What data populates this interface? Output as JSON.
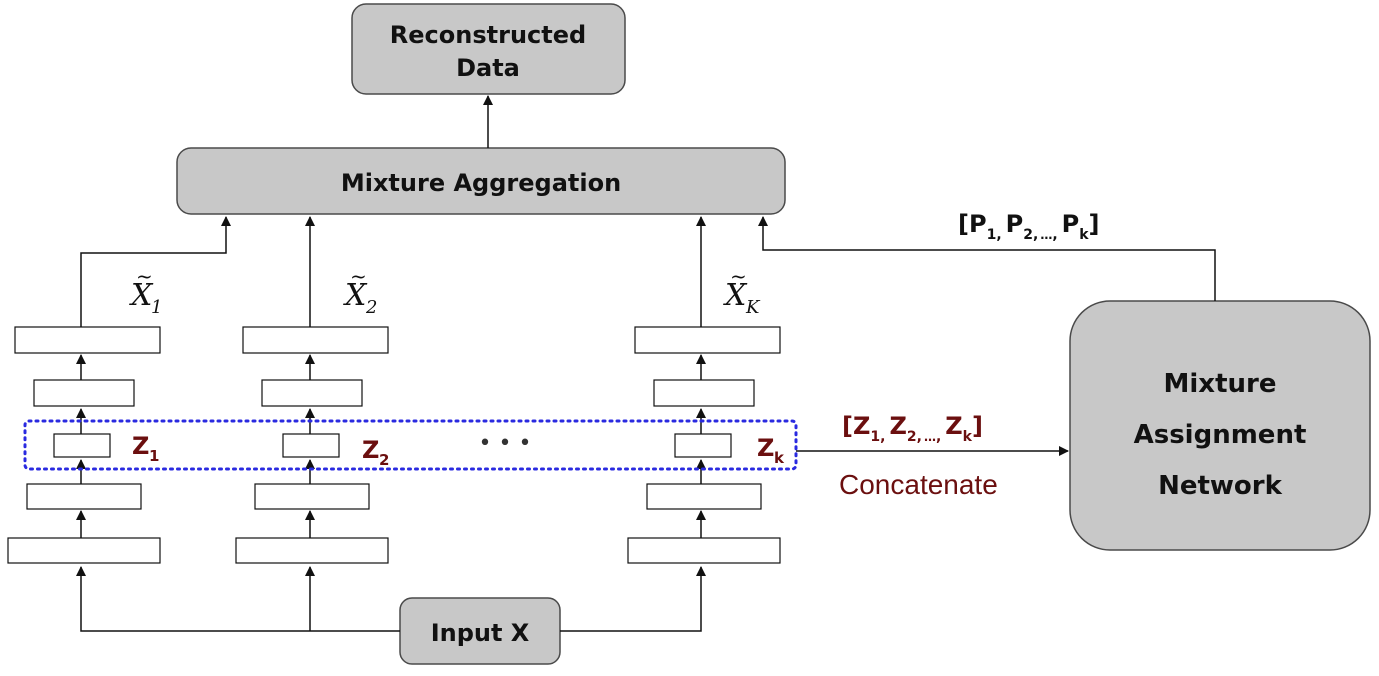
{
  "nodes": {
    "reconstructed": {
      "line1": "Reconstructed",
      "line2": "Data"
    },
    "aggregation": "Mixture Aggregation",
    "input": "Input X",
    "assignment": {
      "line1": "Mixture",
      "line2": "Assignment",
      "line3": "Network"
    }
  },
  "branches": [
    {
      "latent": "Z",
      "latent_sub": "1",
      "output": "X",
      "output_sub": "1",
      "tilde": "~"
    },
    {
      "latent": "Z",
      "latent_sub": "2",
      "output": "X",
      "output_sub": "2",
      "tilde": "~"
    },
    {
      "latent": "Z",
      "latent_sub": "k",
      "output": "X",
      "output_sub": "K",
      "tilde": "~"
    }
  ],
  "ellipsis": "• • •",
  "concat": {
    "vector": {
      "open": "[",
      "z": "Z",
      "s1": "1",
      "sep": ",",
      "s2": "2",
      "dots": "…",
      "sk": "k",
      "close": "]"
    },
    "label": "Concatenate"
  },
  "probs": {
    "open": "[",
    "p": "P",
    "s1": "1",
    "sep": ",",
    "s2": "2",
    "dots": "…",
    "sk": "k",
    "close": "]"
  },
  "colors": {
    "box_fill": "#c8c8c8",
    "box_stroke": "#4a4a4a",
    "latent_text": "#6b0f0f",
    "dotted_border": "#2a2ae0",
    "line": "#111111"
  }
}
